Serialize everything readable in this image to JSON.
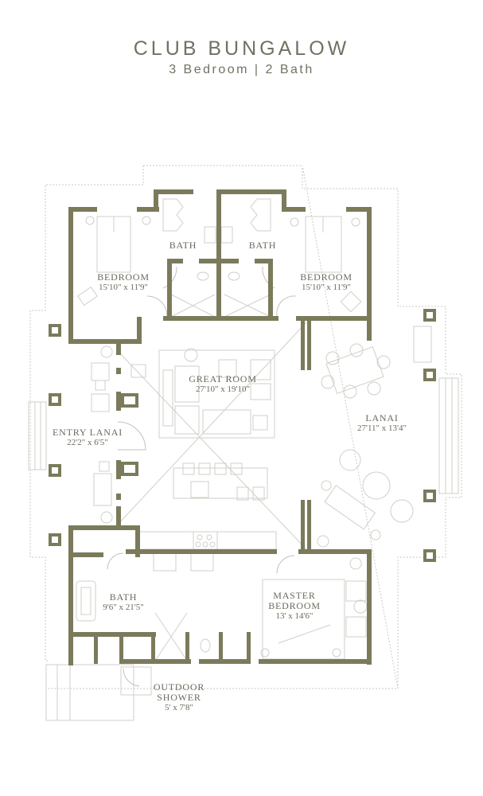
{
  "header": {
    "title": "CLUB BUNGALOW",
    "subtitle": "3 Bedroom | 2 Bath"
  },
  "colors": {
    "wall": "#7b7b5c",
    "furniture": "#cfcfc8",
    "outline": "#bdbdb4",
    "text": "#6a6a5c"
  },
  "rooms": {
    "bedroom_left": {
      "name": "BEDROOM",
      "dim": "15'10\" x 11'9\""
    },
    "bath_left": {
      "name": "BATH"
    },
    "bath_right": {
      "name": "BATH"
    },
    "bedroom_right": {
      "name": "BEDROOM",
      "dim": "15'10\" x 11'9\""
    },
    "great_room": {
      "name": "GREAT ROOM",
      "dim": "27'10\" x 19'10\""
    },
    "lanai": {
      "name": "LANAI",
      "dim": "27'11\" x 13'4\""
    },
    "entry_lanai": {
      "name": "ENTRY LANAI",
      "dim": "22'2\" x 6'5\""
    },
    "master_bath": {
      "name": "BATH",
      "dim": "9'6\" x 21'5\""
    },
    "master_bedroom": {
      "name": "MASTER BEDROOM",
      "name_line1": "MASTER",
      "name_line2": "BEDROOM",
      "dim": "13' x 14'6\""
    },
    "outdoor_shower": {
      "name": "OUTDOOR SHOWER",
      "name_line1": "OUTDOOR",
      "name_line2": "SHOWER",
      "dim": "5' x 7'8\""
    }
  }
}
